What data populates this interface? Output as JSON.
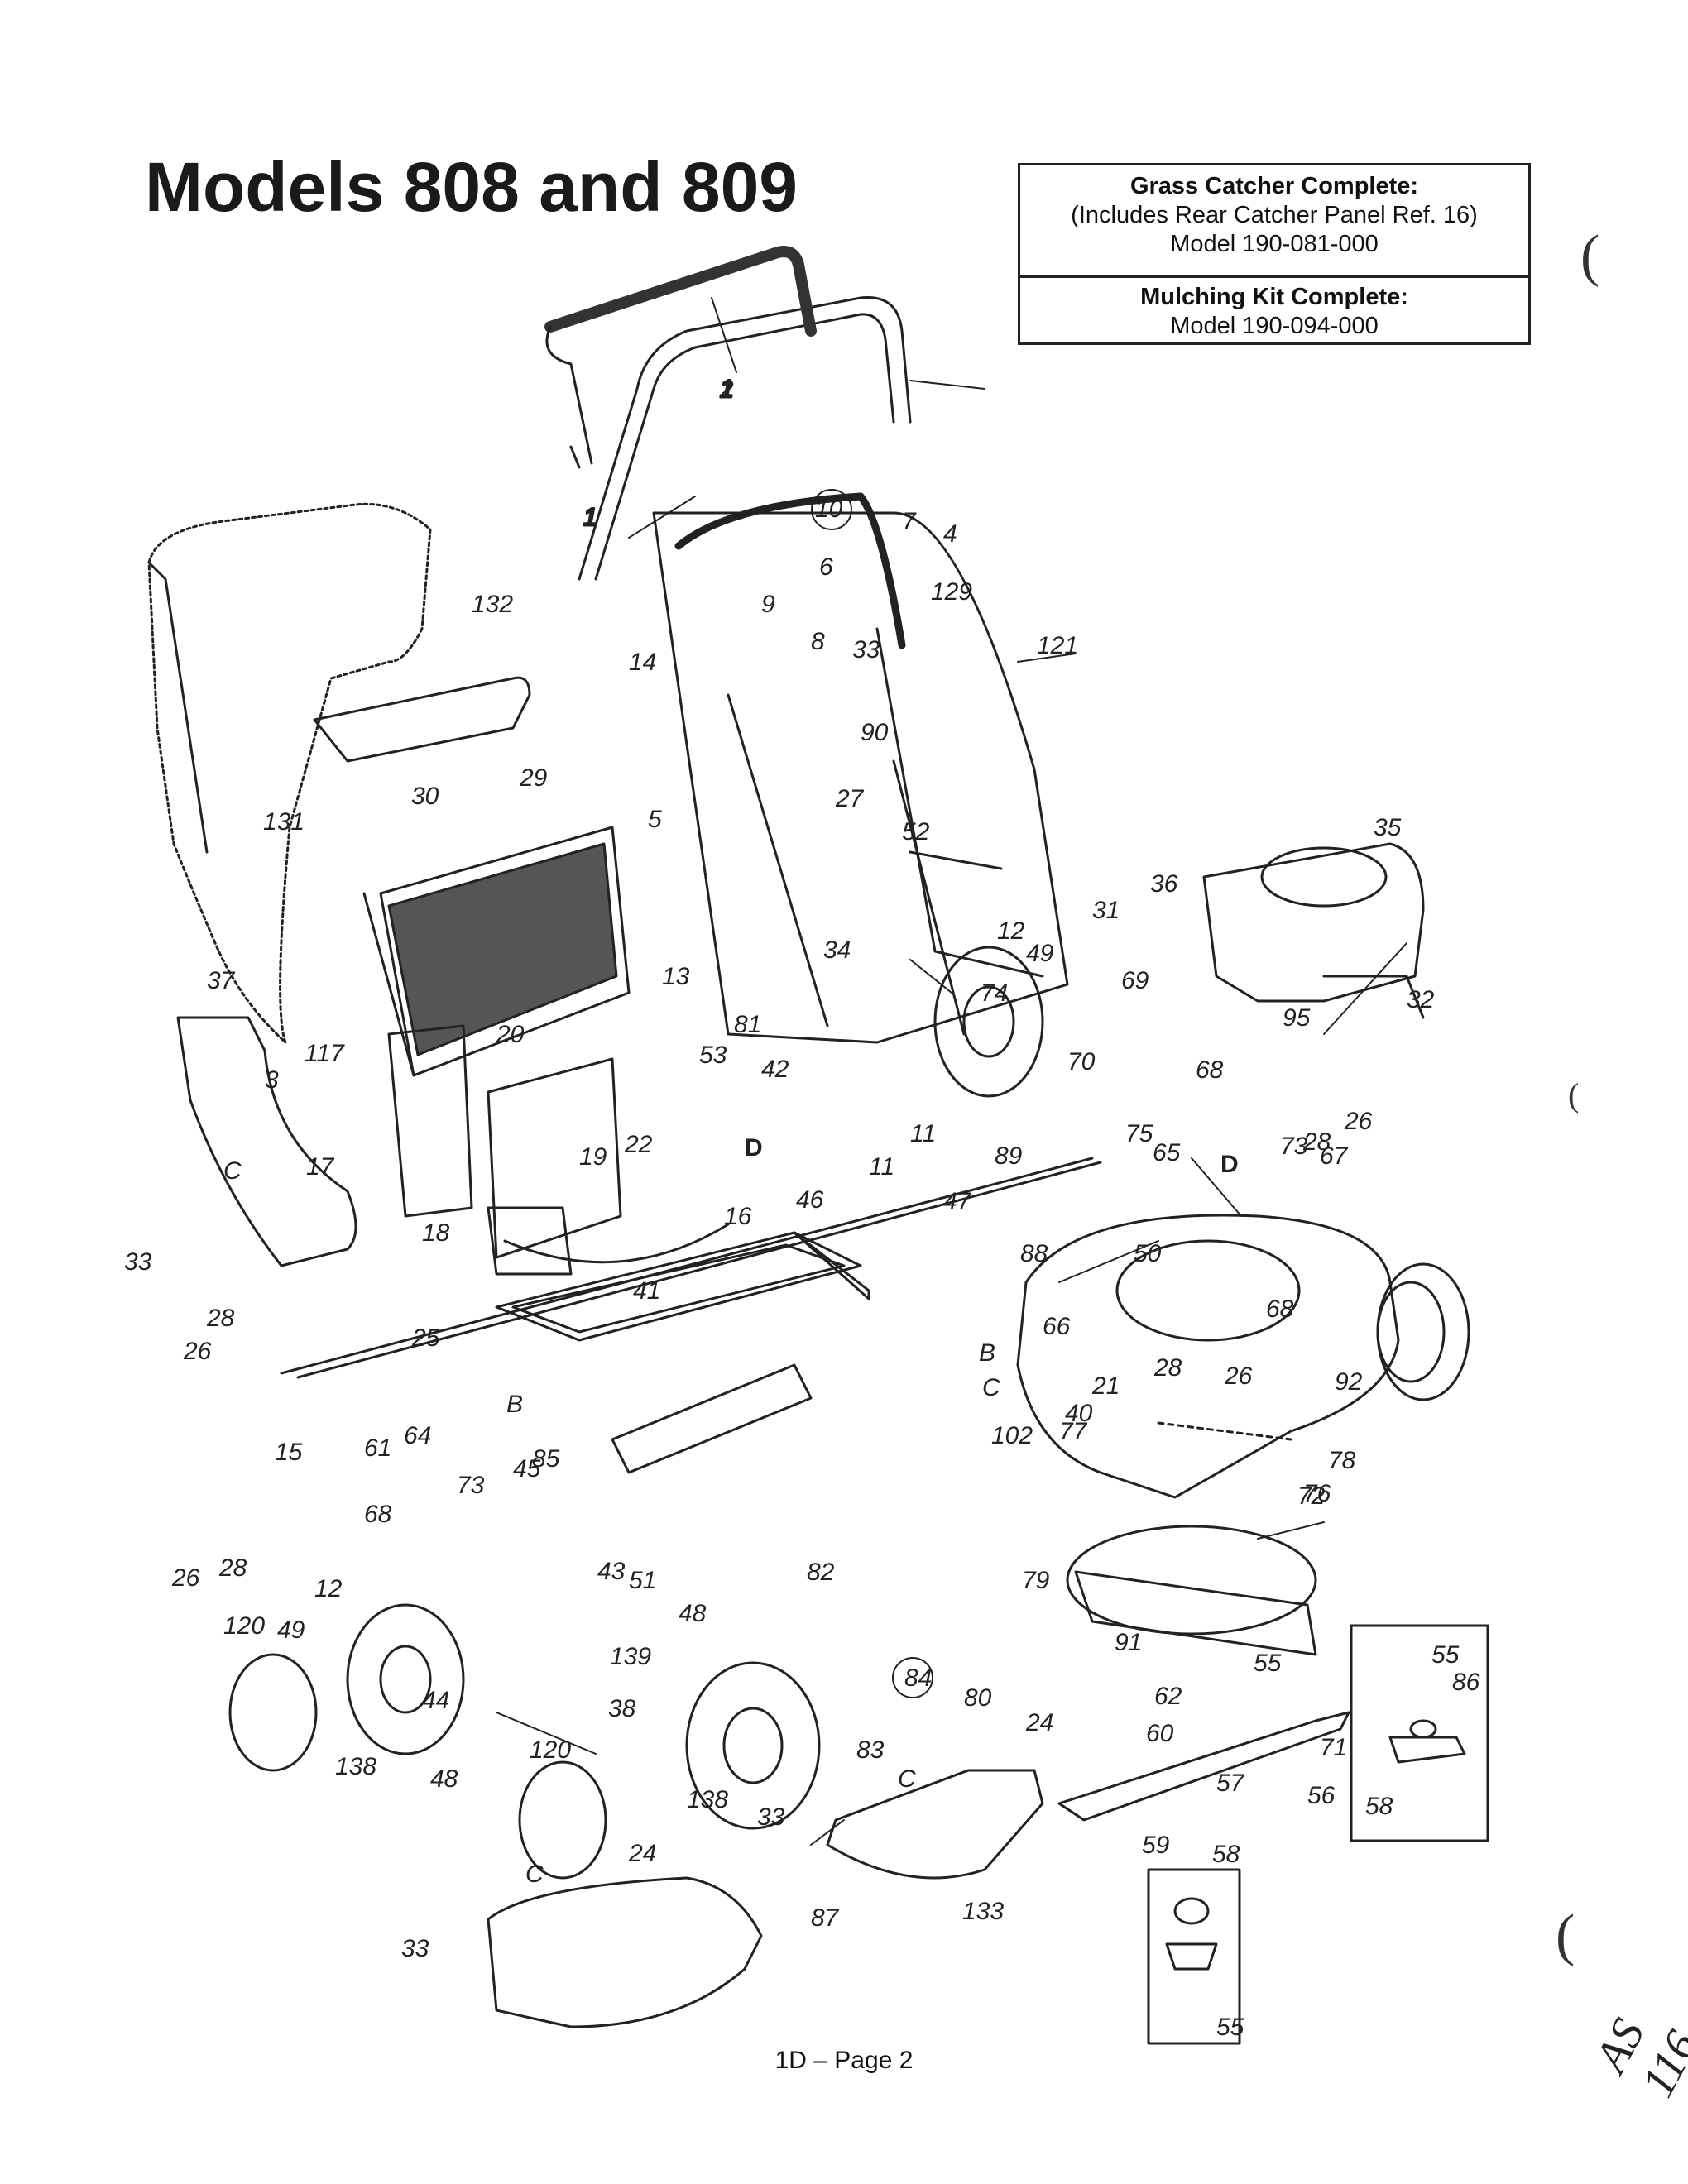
{
  "title": "Models 808 and 809",
  "info_box": {
    "catcher_heading": "Grass Catcher Complete:",
    "catcher_note": "(Includes Rear Catcher Panel Ref. 16)",
    "catcher_model": "Model 190-081-000",
    "mulch_heading": "Mulching Kit Complete:",
    "mulch_model": "Model 190-094-000"
  },
  "footer": "1D – Page 2",
  "margin_marks": [
    "(",
    "(",
    "("
  ],
  "handwritten_note": "AS 116",
  "callouts": [
    "1",
    "2",
    "3",
    "4",
    "5",
    "6",
    "7",
    "8",
    "9",
    "10",
    "11",
    "11",
    "12",
    "12",
    "13",
    "14",
    "15",
    "16",
    "17",
    "18",
    "19",
    "20",
    "21",
    "22",
    "24",
    "24",
    "25",
    "26",
    "26",
    "26",
    "26",
    "27",
    "28",
    "28",
    "28",
    "28",
    "29",
    "30",
    "31",
    "32",
    "33",
    "33",
    "33",
    "33",
    "34",
    "35",
    "36",
    "37",
    "38",
    "40",
    "41",
    "42",
    "43",
    "44",
    "45",
    "46",
    "47",
    "48",
    "48",
    "49",
    "49",
    "50",
    "51",
    "52",
    "53",
    "55",
    "55",
    "55",
    "56",
    "57",
    "58",
    "58",
    "59",
    "60",
    "61",
    "62",
    "64",
    "65",
    "66",
    "67",
    "68",
    "68",
    "68",
    "69",
    "70",
    "71",
    "72",
    "73",
    "73",
    "74",
    "75",
    "76",
    "77",
    "78",
    "79",
    "80",
    "81",
    "82",
    "83",
    "84",
    "85",
    "86",
    "87",
    "88",
    "89",
    "90",
    "91",
    "92",
    "95",
    "102",
    "117",
    "120",
    "120",
    "121",
    "129",
    "131",
    "132",
    "133",
    "138",
    "138",
    "139",
    "B",
    "B",
    "C",
    "C",
    "C",
    "C",
    "D",
    "D"
  ]
}
